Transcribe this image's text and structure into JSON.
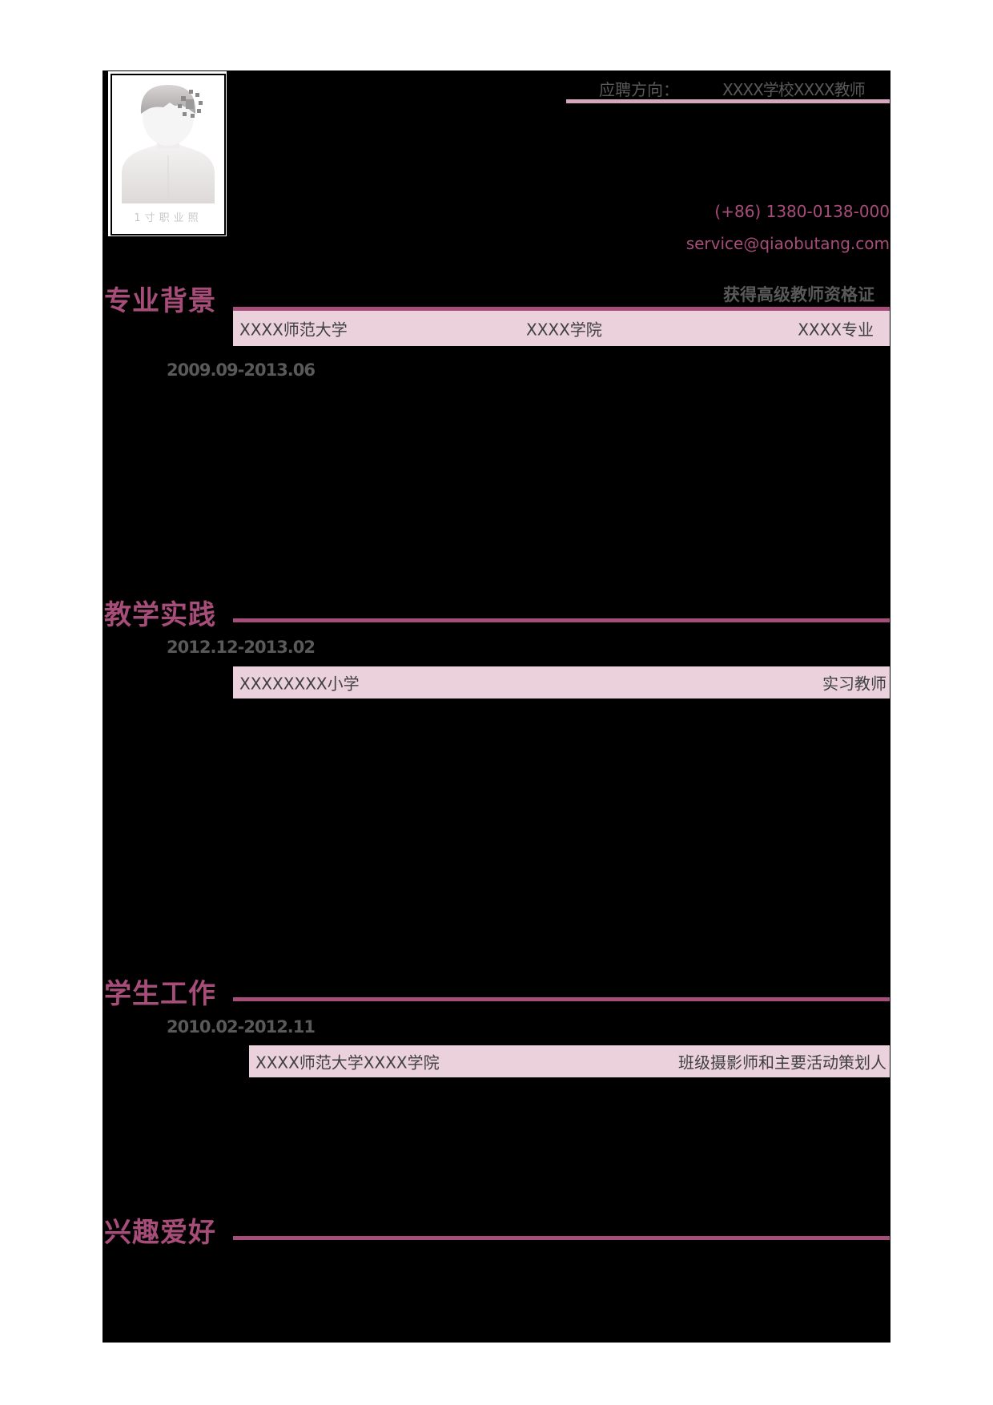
{
  "colors": {
    "accent": "#A64D79",
    "band": "#EAD1DC",
    "apply_underline": "#D5A6BD",
    "text_gray": "#595959",
    "background_block": "#000000"
  },
  "photo": {
    "icon": "avatar-placeholder-icon",
    "caption": "1寸职业照"
  },
  "header": {
    "apply_label": "应聘方向：",
    "apply_value": "XXXX学校XXXX教师",
    "phone": "(+86)  1380-0138-000",
    "email": "service@qiaobutang.com"
  },
  "sections": {
    "education": {
      "title": "专业背景",
      "certificate": "获得高级教师资格证",
      "school": "XXXX师范大学",
      "college": "XXXX学院",
      "major": "XXXX专业",
      "date": "2009.09-2013.06"
    },
    "teaching": {
      "title": "教学实践",
      "date": "2012.12-2013.02",
      "school": "XXXXXXXX小学",
      "role": "实习教师"
    },
    "student_work": {
      "title": "学生工作",
      "date": "2010.02-2012.11",
      "org": "XXXX师范大学XXXX学院",
      "role": "班级摄影师和主要活动策划人"
    },
    "hobbies": {
      "title": "兴趣爱好"
    }
  }
}
